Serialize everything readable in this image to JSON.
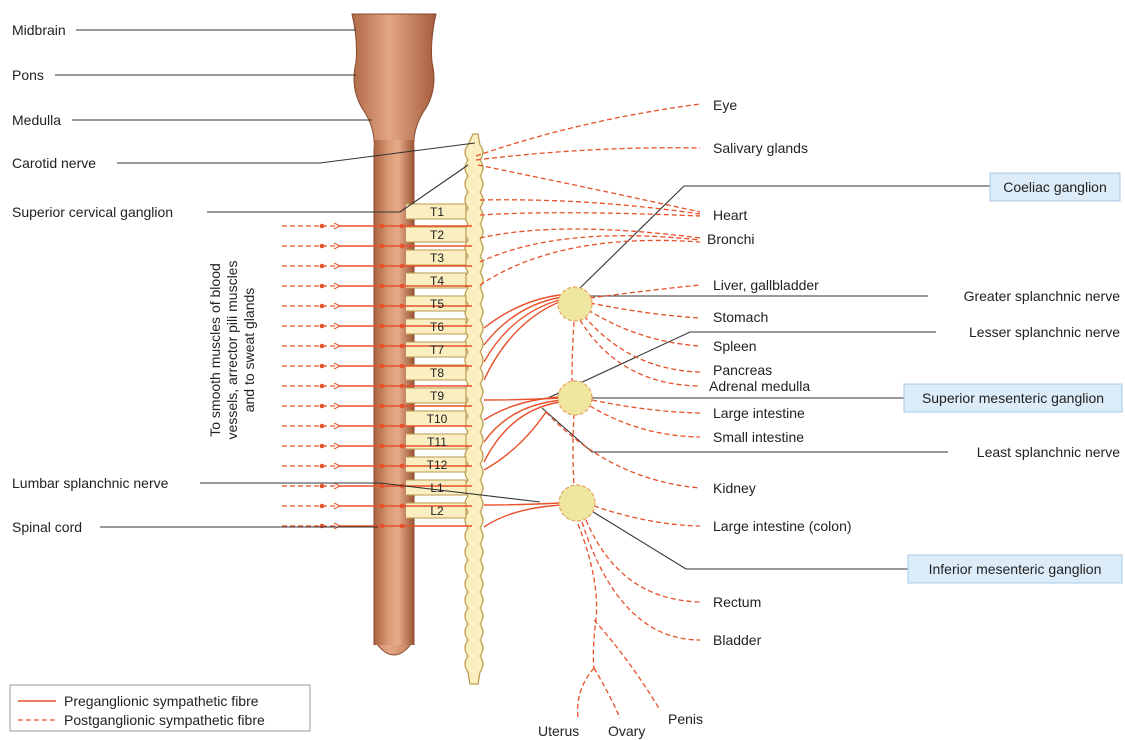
{
  "colors": {
    "cord": "#c8805c",
    "cord_dark": "#8a4a30",
    "chain": "#fbeec0",
    "chain_stroke": "#b99a4c",
    "fibre": "#e8502a",
    "ganglion": "#efe7a0",
    "box": "#dcecf8",
    "box_stroke": "#a9c8e4"
  },
  "left_labels": {
    "midbrain": "Midbrain",
    "pons": "Pons",
    "medulla": "Medulla",
    "carotid": "Carotid nerve",
    "superior_cervical": "Superior cervical ganglion",
    "lumbar_splanchnic": "Lumbar splanchnic nerve",
    "spinal_cord": "Spinal cord"
  },
  "vertical_text": [
    "To smooth muscles of blood",
    "vessels, arrector pili muscles",
    "and to sweat glands"
  ],
  "segments": [
    "T1",
    "T2",
    "T3",
    "T4",
    "T5",
    "T6",
    "T7",
    "T8",
    "T9",
    "T10",
    "T11",
    "T12",
    "L1",
    "L2"
  ],
  "organs": {
    "eye": "Eye",
    "salivary": "Salivary glands",
    "heart": "Heart",
    "bronchi": "Bronchi",
    "liver": "Liver, gallbladder",
    "stomach": "Stomach",
    "spleen": "Spleen",
    "pancreas": "Pancreas",
    "adrenal": "Adrenal medulla",
    "large_intestine": "Large intestine",
    "small_intestine": "Small intestine",
    "kidney": "Kidney",
    "colon": "Large intestine (colon)",
    "rectum": "Rectum",
    "bladder": "Bladder",
    "uterus": "Uterus",
    "ovary": "Ovary",
    "penis": "Penis"
  },
  "right_labels": {
    "coeliac": "Coeliac ganglion",
    "greater": "Greater splanchnic nerve",
    "lesser": "Lesser splanchnic nerve",
    "superior_mesenteric": "Superior mesenteric ganglion",
    "least": "Least splanchnic nerve",
    "inferior_mesenteric": "Inferior mesenteric ganglion"
  },
  "legend": {
    "pre": "Preganglionic sympathetic fibre",
    "post": "Postganglionic sympathetic fibre"
  }
}
